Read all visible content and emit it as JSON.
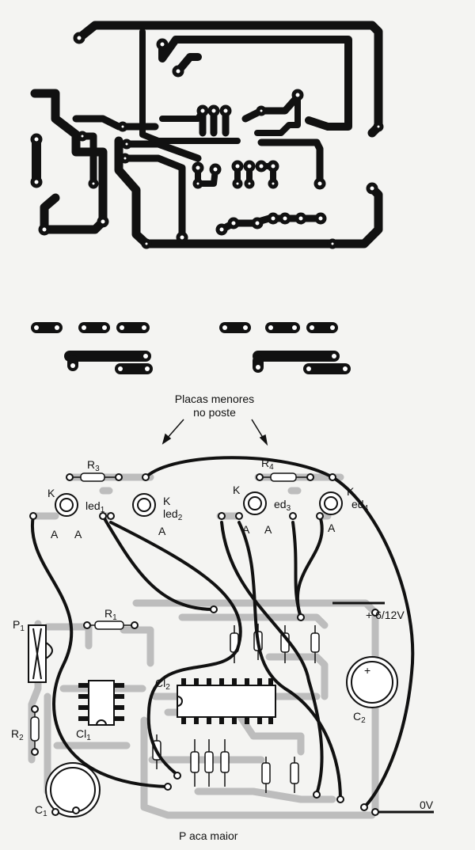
{
  "labels": {
    "placas_menores_line1": "Placas menores",
    "placas_menores_line2": "no poste",
    "placa_maior": "P aca maior",
    "supply_plus": "+ 6/12V",
    "ground": "0V",
    "k": "K",
    "a": "A",
    "r3": "R",
    "r3_sub": "3",
    "r4": "R",
    "r4_sub": "4",
    "r1": "R",
    "r1_sub": "1",
    "r2": "R",
    "r2_sub": "2",
    "p1": "P",
    "p1_sub": "1",
    "c1": "C",
    "c1_sub": "1",
    "c2": "C",
    "c2_sub": "2",
    "ci1": "Cl",
    "ci1_sub": "1",
    "ci2": "Cl",
    "ci2_sub": "2",
    "led1": "led",
    "led1_sub": "1",
    "led2": "led",
    "led2_sub": "2",
    "led3": "ed",
    "led3_sub": "3",
    "led4": "ed",
    "led4_sub": "4",
    "plus_sign": "+"
  },
  "colors": {
    "trace": "#111111",
    "pad_grey": "#bdbdbd",
    "background": "#f4f4f2"
  }
}
